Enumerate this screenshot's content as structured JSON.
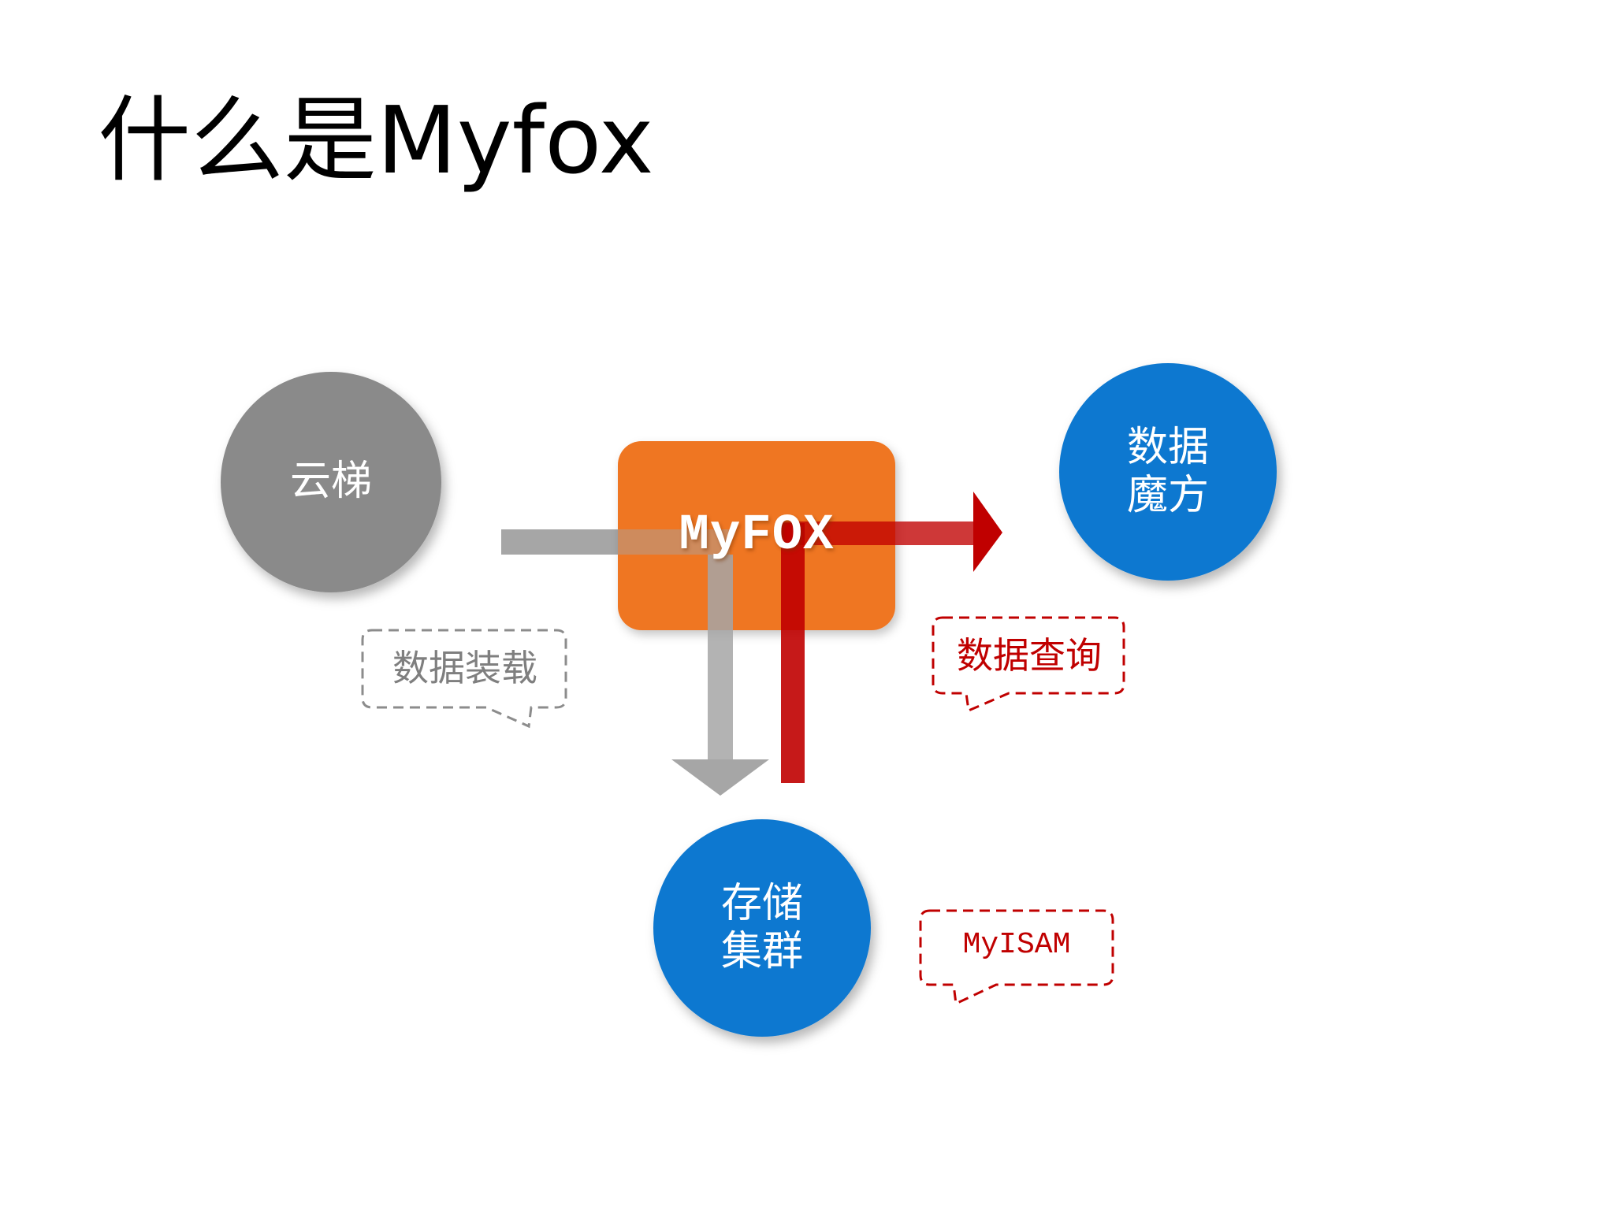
{
  "title": "什么是Myfox",
  "nodes": {
    "yunti": {
      "label": "云梯",
      "color": "#8a8a8a"
    },
    "myfox": {
      "label": "MyFOX",
      "color": "#ef7622"
    },
    "data_cube": {
      "line1": "数据",
      "line2": "魔方",
      "color": "#0c78d0"
    },
    "storage_cluster": {
      "line1": "存储",
      "line2": "集群",
      "color": "#0c78d0"
    }
  },
  "callouts": {
    "data_load": {
      "text": "数据装载",
      "color": "#7f7f7f"
    },
    "data_query": {
      "text": "数据查询",
      "color": "#c00000"
    },
    "storage_engine": {
      "text": "MyISAM",
      "color": "#c00000"
    }
  },
  "flows": {
    "load_color": "#a6a6a6",
    "query_color": "#c00000"
  }
}
